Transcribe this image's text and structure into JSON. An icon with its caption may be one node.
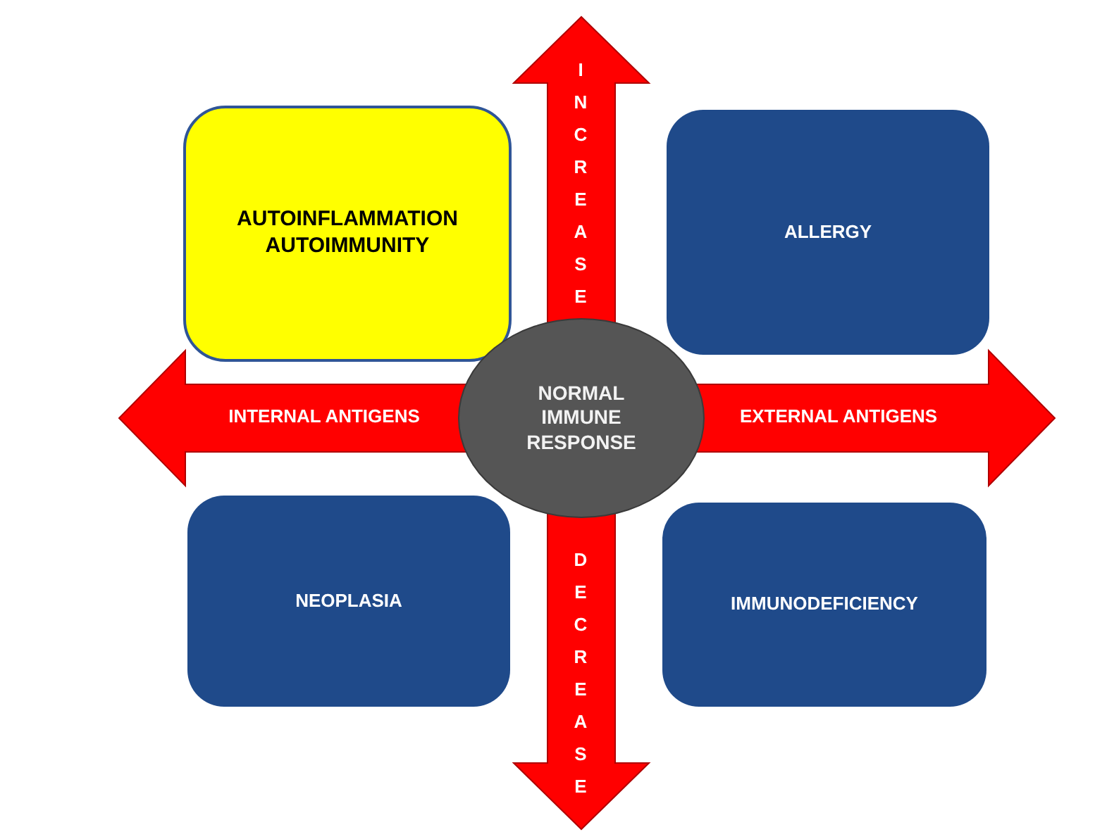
{
  "diagram": {
    "nodes": [
      {
        "text": [
          "AUTOINFLAMMATION AUTOIMMUNITY"
        ]
      },
      {
        "text": [
          "ALLERGY"
        ]
      },
      {
        "text": [
          "NORMAL IMMUNE RESPONSE"
        ]
      },
      {
        "text": [
          "NEOPLASIA"
        ]
      },
      {
        "text": [
          "IMMUNODEFICIENCY"
        ]
      }
    ],
    "edges": [
      {
        "from": 2,
        "to": null,
        "arrow": "to",
        "label": "INCREASE"
      },
      {
        "from": 2,
        "to": null,
        "arrow": "to",
        "label": "INTERNAL ANTIGENS"
      },
      {
        "from": 2,
        "to": null,
        "arrow": "to",
        "label": "EXTERNAL ANTIGENS"
      },
      {
        "from": 2,
        "to": null,
        "arrow": "to",
        "label": "DECREASE"
      }
    ]
  }
}
